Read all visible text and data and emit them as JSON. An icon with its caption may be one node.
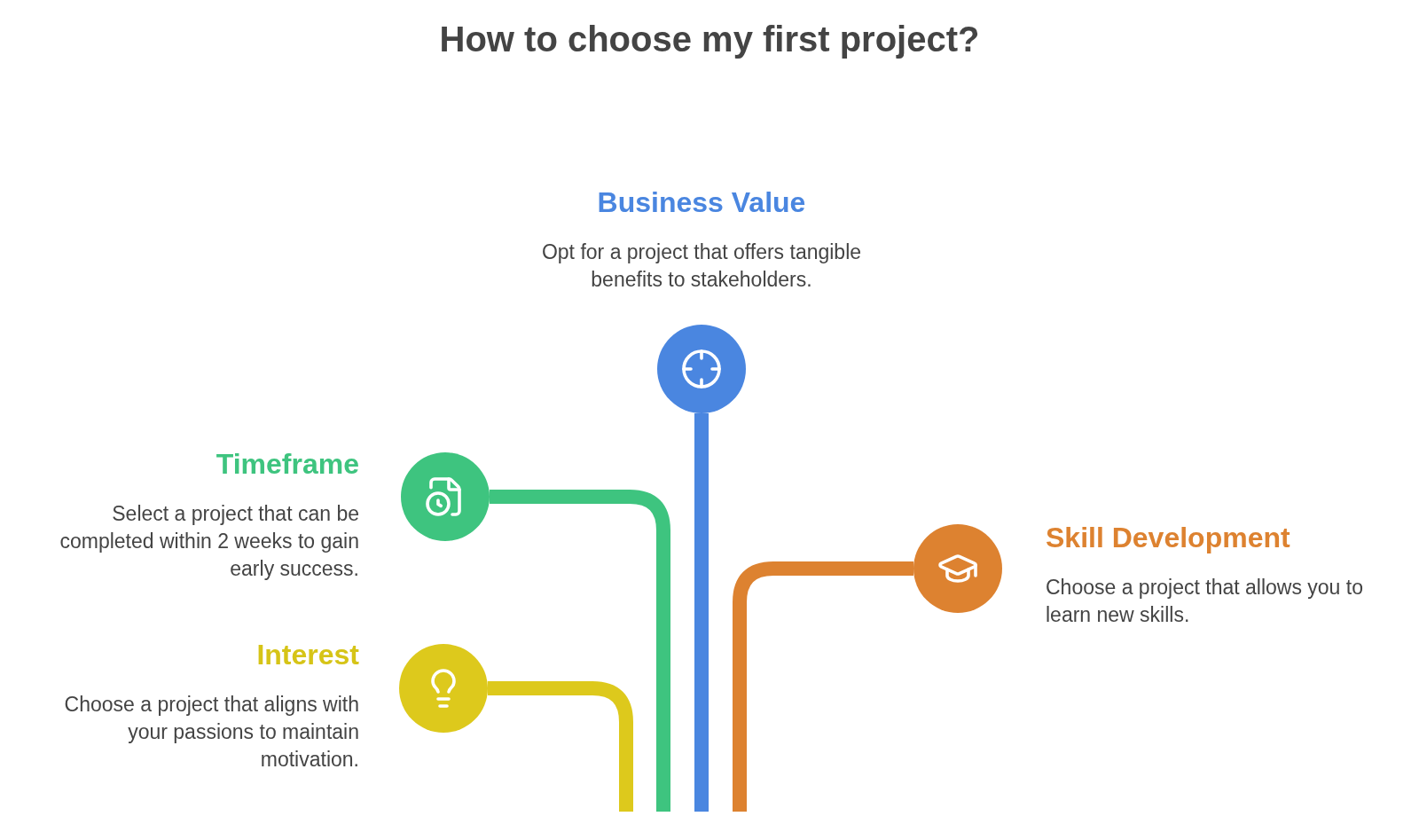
{
  "diagram": {
    "title": "How to choose my first project?",
    "nodes": [
      {
        "text": [],
        "shape": "circle",
        "beside": [
          "Business Value",
          "Opt for a project that offers tangible benefits to stakeholders."
        ]
      },
      {
        "text": [],
        "shape": "circle",
        "beside": [
          "Timeframe",
          "Select a project that can be completed within 2 weeks to gain early success."
        ]
      },
      {
        "text": [],
        "shape": "circle",
        "beside": [
          "Skill Development",
          "Choose a project that allows you to learn new skills."
        ]
      },
      {
        "text": [],
        "shape": "circle",
        "beside": [
          "Interest",
          "Choose a project that aligns with your passions to maintain motivation."
        ]
      }
    ],
    "edges": [
      {
        "from": 0,
        "to": null,
        "arrow": "none",
        "color": "#4a86e0"
      },
      {
        "from": 1,
        "to": null,
        "arrow": "none",
        "color": "#3ec47f"
      },
      {
        "from": 2,
        "to": null,
        "arrow": "none",
        "color": "#dd8230"
      },
      {
        "from": 3,
        "to": null,
        "arrow": "none",
        "color": "#ddc91c"
      }
    ]
  }
}
